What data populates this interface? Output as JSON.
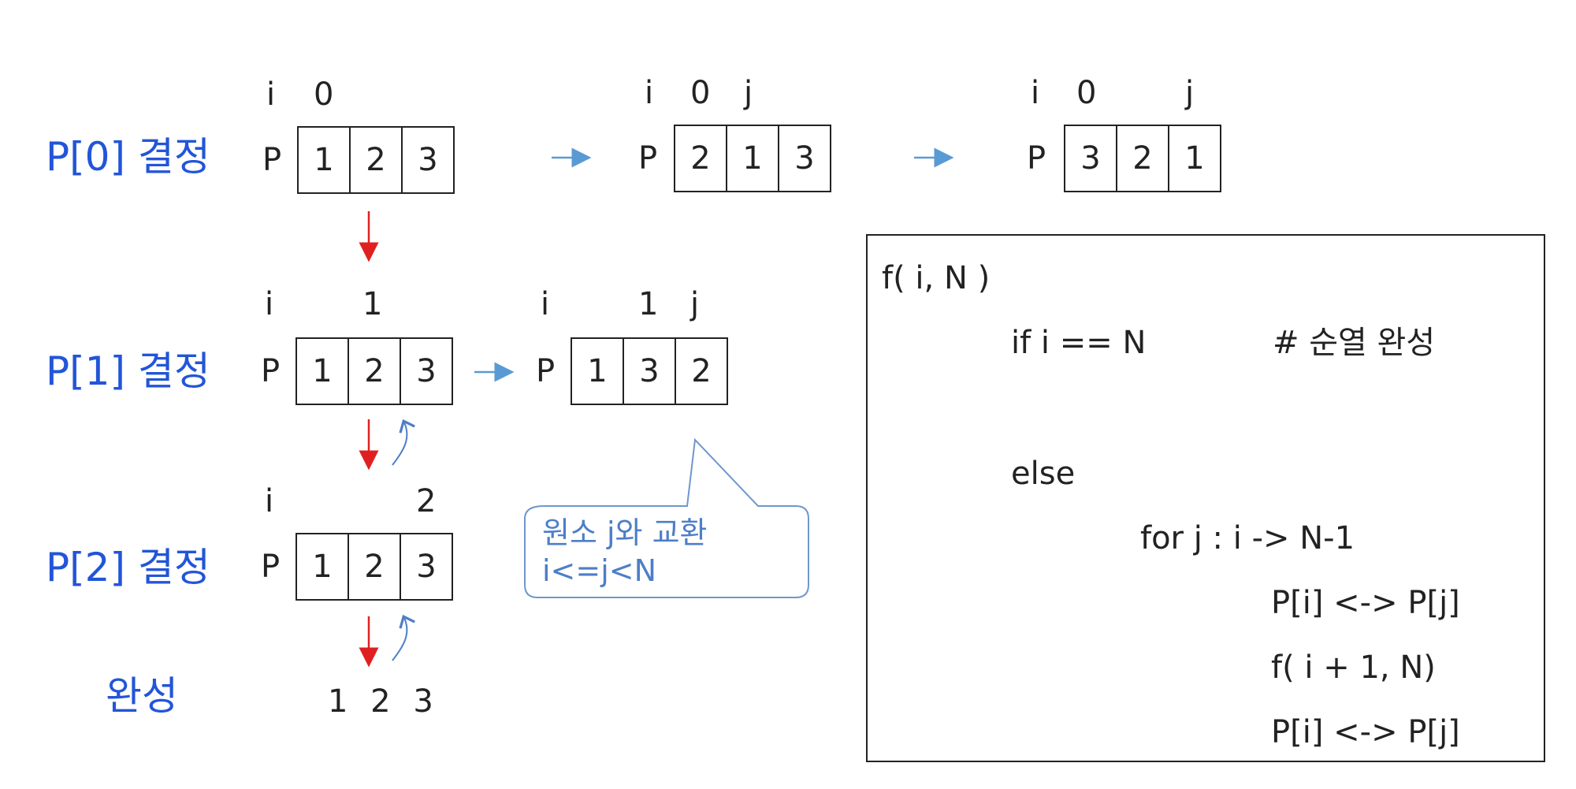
{
  "stages": [
    {
      "label": "P[0] 결정"
    },
    {
      "label": "P[1] 결정"
    },
    {
      "label": "P[2] 결정"
    },
    {
      "label": "완성"
    }
  ],
  "arrays": [
    {
      "i_label": "i",
      "pos_label": "0",
      "j_label": "",
      "p_label": "P",
      "values": [
        "1",
        "2",
        "3"
      ]
    },
    {
      "i_label": "i",
      "pos_label": "0",
      "j_label": "j",
      "p_label": "P",
      "values": [
        "2",
        "1",
        "3"
      ]
    },
    {
      "i_label": "i",
      "pos_label": "0",
      "j_label": "j",
      "p_label": "P",
      "values": [
        "3",
        "2",
        "1"
      ]
    },
    {
      "i_label": "i",
      "pos_label": "1",
      "j_label": "",
      "p_label": "P",
      "values": [
        "1",
        "2",
        "3"
      ]
    },
    {
      "i_label": "i",
      "pos_label": "1",
      "j_label": "j",
      "p_label": "P",
      "values": [
        "1",
        "3",
        "2"
      ]
    },
    {
      "i_label": "i",
      "pos_label": "2",
      "j_label": "",
      "p_label": "P",
      "values": [
        "1",
        "2",
        "3"
      ]
    }
  ],
  "result": "1 2 3",
  "callout": {
    "line1": "원소 j와 교환",
    "line2": "i<=j<N"
  },
  "code": {
    "line1": "f( i, N )",
    "line2": "if i == N",
    "comment": "# 순열 완성",
    "line3": "else",
    "line4": "for j : i -> N-1",
    "line5": "P[i]  <->  P[j]",
    "line6": "f(  i  +  1,  N)",
    "line7": "P[i]  <->  P[j]"
  },
  "colors": {
    "stage_label": "#2255d8",
    "down_arrow": "#e02020",
    "right_arrow": "#5a9ad4",
    "callout": "#4d7ec8"
  }
}
